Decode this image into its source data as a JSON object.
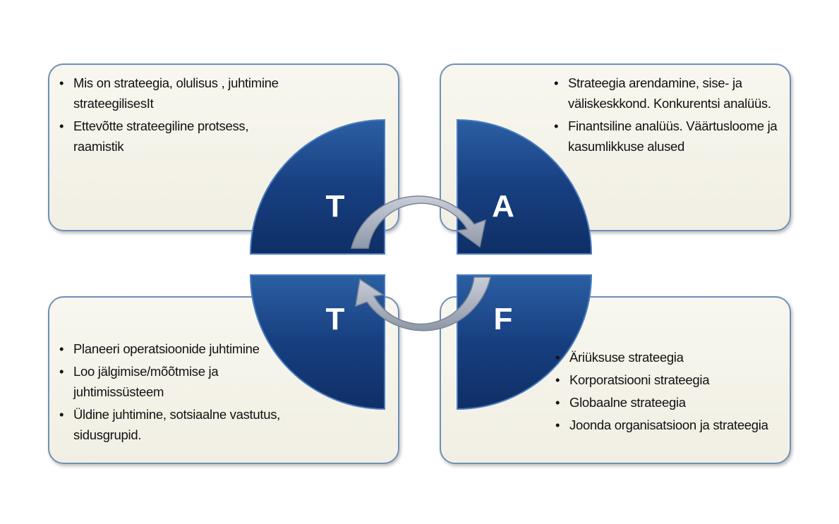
{
  "q": [
    {
      "letter": "T",
      "items": [
        " Mis on strateegia, olulisus , juhtimine strateegilisesIt",
        " Ettevõtte strateegiline protsess, raamistik"
      ]
    },
    {
      "letter": "A",
      "items": [
        " Strateegia arendamine, sise- ja väliskeskkond. Konkurentsi analüüs.",
        "Finantsiline analüüs. Väärtusloome ja kasumlikkuse alused"
      ]
    },
    {
      "letter": "T",
      "items": [
        "Planeeri operatsioonide juhtimine",
        "Loo jälgimise/mõõtmise ja juhtimissüsteem",
        "Üldine juhtimine, sotsiaalne vastutus, sidusgrupid."
      ]
    },
    {
      "letter": "F",
      "items": [
        " Äriüksuse strateegia",
        "Korporatsiooni strateegia",
        "Globaalne strateegia",
        "Joonda organisatsioon ja strateegia"
      ]
    }
  ],
  "colors": {
    "quadrant": "#173f80",
    "arrow": "#a9b1bf",
    "box_border": "#6f8fb8",
    "box_fill": "#f5f4ea"
  }
}
